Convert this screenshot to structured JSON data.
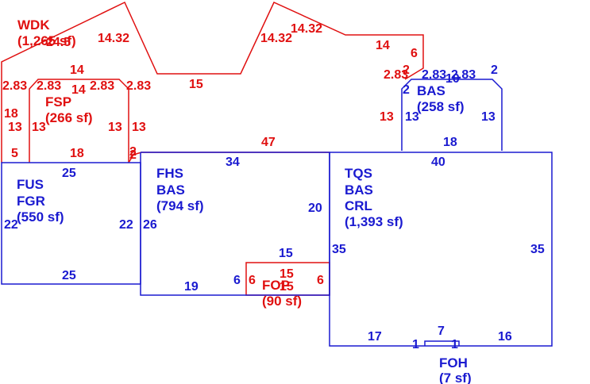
{
  "colors": {
    "red": "#e01010",
    "blue": "#1a1ad0"
  },
  "areas": {
    "wdk": {
      "code": "WDK",
      "area": "(1,265 sf)"
    },
    "fsp": {
      "code": "FSP",
      "area": "(266 sf)"
    },
    "bas_small": {
      "code": "BAS",
      "area": "(258 sf)"
    },
    "fus": {
      "code1": "FUS",
      "code2": "FGR",
      "area": "(550 sf)"
    },
    "fhs": {
      "code1": "FHS",
      "code2": "BAS",
      "area": "(794 sf)"
    },
    "tqs": {
      "code1": "TQS",
      "code2": "BAS",
      "code3": "CRL",
      "area": "(1,393 sf)"
    },
    "fop": {
      "code": "FOP",
      "area": "(90 sf)"
    },
    "foh": {
      "code": "FOH",
      "area": "(7 sf)"
    }
  },
  "dims": {
    "red": [
      "24.5",
      "14.32",
      "14.32",
      "14.32",
      "14",
      "6",
      "14",
      "15",
      "2.83",
      "2.83",
      "14",
      "2.83",
      "2.83",
      "2.83",
      "2",
      "2",
      "18",
      "13",
      "13",
      "13",
      "13",
      "13",
      "5",
      "18",
      "2",
      "47",
      "15",
      "15",
      "6",
      "6"
    ],
    "blue": [
      "2.83",
      "2.83",
      "10",
      "2",
      "2",
      "13",
      "13",
      "18",
      "25",
      "34",
      "40",
      "22",
      "22",
      "26",
      "20",
      "35",
      "35",
      "25",
      "19",
      "6",
      "15",
      "17",
      "7",
      "16",
      "1",
      "1"
    ]
  }
}
